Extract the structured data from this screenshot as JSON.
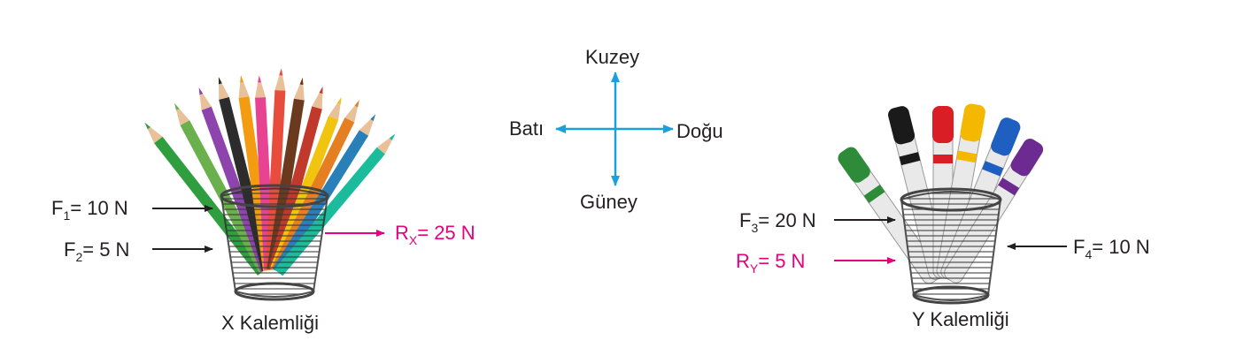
{
  "compass": {
    "north": "Kuzey",
    "south": "Güney",
    "west": "Batı",
    "east": "Doğu",
    "arrow_color": "#1ba0db"
  },
  "x_holder": {
    "caption": "X Kalemliği",
    "f1": {
      "symbol": "F",
      "sub": "1",
      "value": "= 10 N"
    },
    "f2": {
      "symbol": "F",
      "sub": "2",
      "value": "= 5 N"
    },
    "result": {
      "symbol": "R",
      "sub": "X",
      "value": "= 25 N"
    }
  },
  "y_holder": {
    "caption": "Y Kalemliği",
    "f3": {
      "symbol": "F",
      "sub": "3",
      "value": "= 20 N"
    },
    "f4": {
      "symbol": "F",
      "sub": "4",
      "value": "= 10 N"
    },
    "result": {
      "symbol": "R",
      "sub": "Y",
      "value": "= 5 N"
    }
  },
  "colors": {
    "text": "#231f20",
    "result": "#e6007e",
    "force_arrow": "#231f20"
  }
}
